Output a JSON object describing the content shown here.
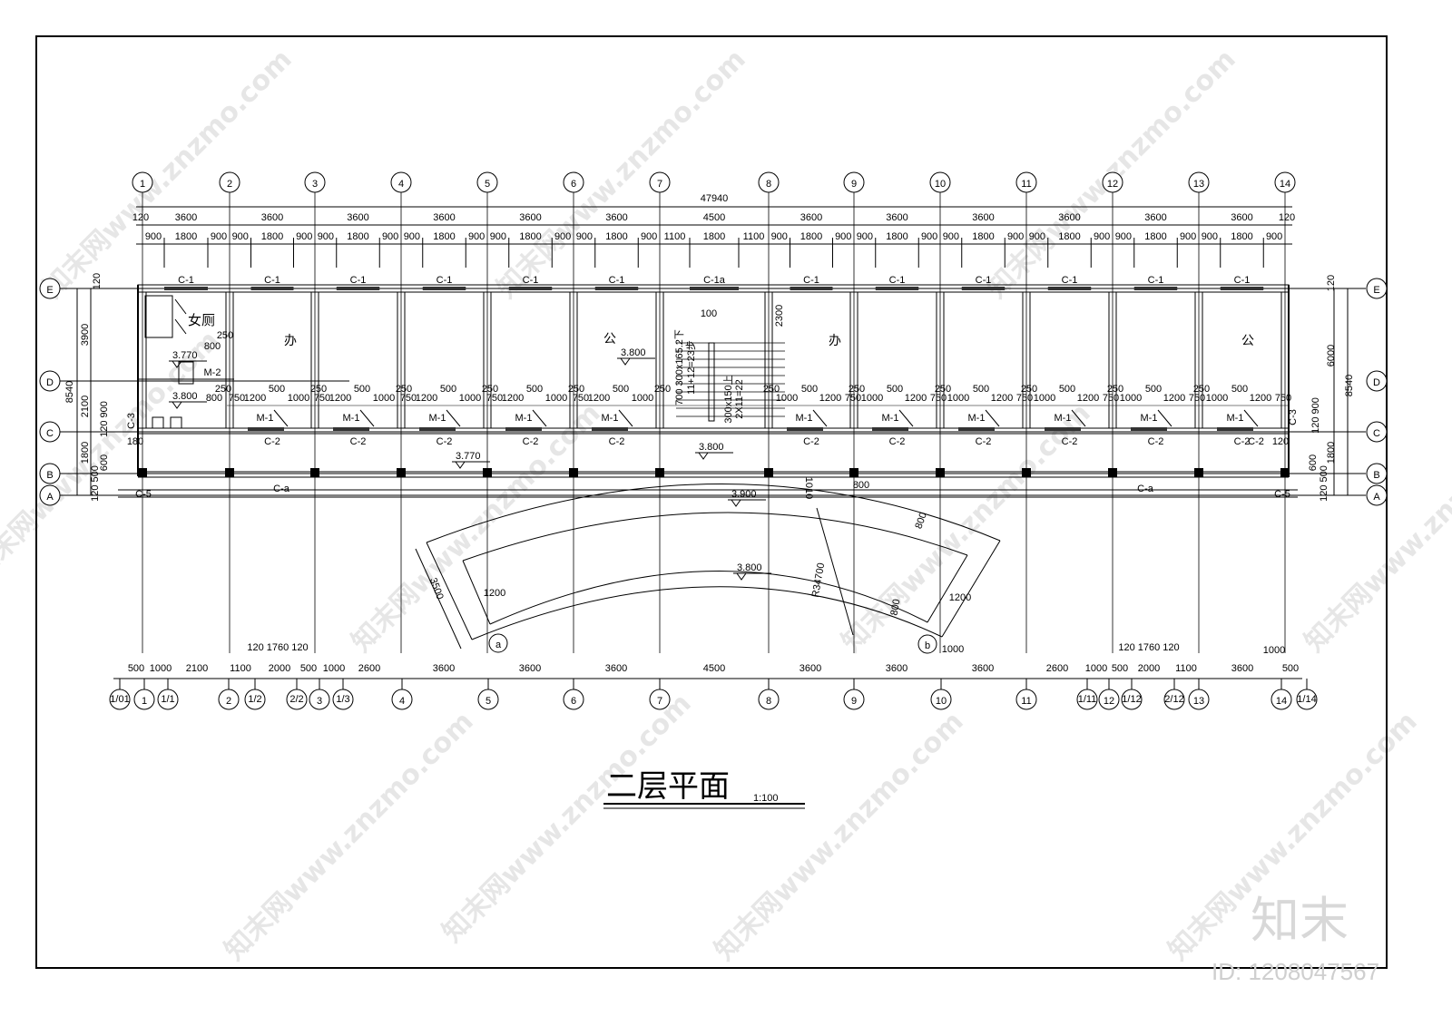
{
  "drawing": {
    "title": "二层平面",
    "scale": "1:100",
    "total_length": "47940",
    "top_axes": [
      "1",
      "2",
      "3",
      "4",
      "5",
      "6",
      "7",
      "8",
      "9",
      "10",
      "11",
      "12",
      "13",
      "14"
    ],
    "row_axes": [
      "E",
      "D",
      "C",
      "B",
      "A"
    ],
    "top_dims_main": [
      "120",
      "3600",
      "3600",
      "3600",
      "3600",
      "3600",
      "3600",
      "4500",
      "3600",
      "3600",
      "3600",
      "3600",
      "3600",
      "3600",
      "120"
    ],
    "top_dims_sub": [
      [
        "900",
        "1800",
        "900"
      ],
      [
        "900",
        "1800",
        "900"
      ],
      [
        "900",
        "1800",
        "900"
      ],
      [
        "900",
        "1800",
        "900"
      ],
      [
        "900",
        "1800",
        "900"
      ],
      [
        "900",
        "1800",
        "900"
      ],
      [
        "1100",
        "1800",
        "1100"
      ],
      [
        "900",
        "1800",
        "900"
      ],
      [
        "900",
        "1800",
        "900"
      ],
      [
        "900",
        "1800",
        "900"
      ],
      [
        "900",
        "1800",
        "900"
      ],
      [
        "900",
        "1800",
        "900"
      ],
      [
        "900",
        "1800",
        "900"
      ]
    ],
    "window_top": [
      "C-1",
      "C-1",
      "C-1",
      "C-1",
      "C-1",
      "C-1",
      "C-1a",
      "C-1",
      "C-1",
      "C-1",
      "C-1",
      "C-1",
      "C-1"
    ],
    "window_corridor": "C-2",
    "window_side": "C-3",
    "window_end": "C-5",
    "window_front": "C-a",
    "door_office": "M-1",
    "door_toilet": "M-2",
    "rooms": {
      "toilet": "女厕",
      "office_a": "办",
      "office_b": "公"
    },
    "elevations": [
      "3.770",
      "3.800",
      "3.800",
      "3.770",
      "3.800",
      "3.900",
      "3.800"
    ],
    "stair": {
      "down": "700 300x165.2下",
      "down_count": "11+12=23步",
      "up": "300x150上",
      "up_count": "2X11=22",
      "dim": "100"
    },
    "room_dims_left": [
      "800",
      "750",
      "1200",
      "500",
      "1000",
      "250"
    ],
    "room_dims_right": [
      "1000",
      "500",
      "1200",
      "750",
      "250"
    ],
    "misc_dims": [
      "2300",
      "800",
      "250",
      "120",
      "180",
      "1010",
      "800",
      "600",
      "1200",
      "3500",
      "R34700",
      "1000",
      "120",
      "1760",
      "120"
    ],
    "left_dims": [
      "120",
      "3900",
      "2100",
      "120",
      "900",
      "1800",
      "600",
      "120",
      "500",
      "8540"
    ],
    "right_dims": [
      "120",
      "6000",
      "8540",
      "120",
      "900",
      "1800",
      "600",
      "120",
      "500"
    ],
    "canopy_points": [
      "a",
      "b"
    ],
    "bottom_dims": [
      "500",
      "1000",
      "2100",
      "1100",
      "2000",
      "500",
      "1000",
      "2600",
      "3600",
      "3600",
      "3600",
      "4500",
      "3600",
      "3600",
      "3600",
      "2600",
      "1000",
      "500",
      "2000",
      "1100",
      "3600",
      "500"
    ],
    "bottom_axes": [
      "1/01",
      "1",
      "1/1",
      "2",
      "1/2",
      "2/2",
      "3",
      "1/3",
      "4",
      "5",
      "6",
      "7",
      "8",
      "9",
      "10",
      "11",
      "1/11",
      "12",
      "1/12",
      "2/12",
      "13",
      "14",
      "1/14"
    ]
  },
  "watermark": {
    "logo": "知末",
    "id": "ID: 1208047567",
    "site": "知末网www.znzmo.com"
  },
  "colors": {
    "line": "#000000",
    "background": "#ffffff",
    "watermark": "#e0e0e0"
  }
}
